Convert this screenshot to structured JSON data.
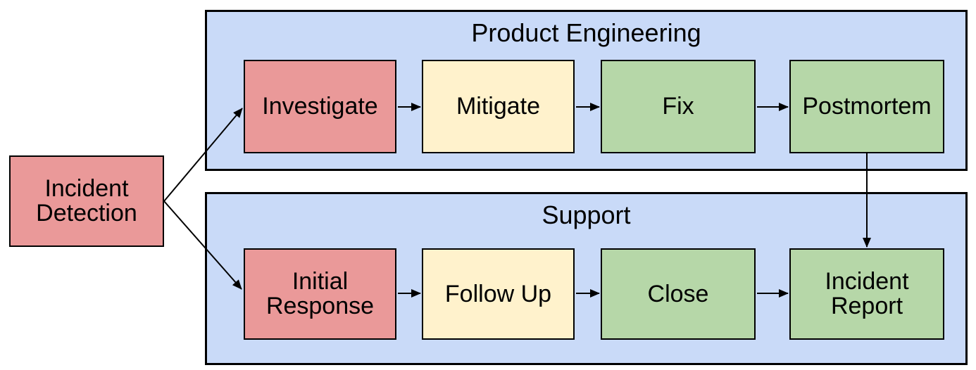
{
  "diagram": {
    "source": {
      "label": "Incident Detection"
    },
    "lanes": [
      {
        "title": "Product Engineering",
        "steps": [
          {
            "label": "Investigate",
            "color": "red"
          },
          {
            "label": "Mitigate",
            "color": "yellow"
          },
          {
            "label": "Fix",
            "color": "green"
          },
          {
            "label": "Postmortem",
            "color": "green"
          }
        ]
      },
      {
        "title": "Support",
        "steps": [
          {
            "label": "Initial Response",
            "color": "red"
          },
          {
            "label": "Follow Up",
            "color": "yellow"
          },
          {
            "label": "Close",
            "color": "green"
          },
          {
            "label": "Incident Report",
            "color": "green"
          }
        ]
      }
    ],
    "edges": [
      {
        "from": "Incident Detection",
        "to": "Investigate"
      },
      {
        "from": "Incident Detection",
        "to": "Initial Response"
      },
      {
        "from": "Investigate",
        "to": "Mitigate"
      },
      {
        "from": "Mitigate",
        "to": "Fix"
      },
      {
        "from": "Fix",
        "to": "Postmortem"
      },
      {
        "from": "Postmortem",
        "to": "Incident Report"
      },
      {
        "from": "Initial Response",
        "to": "Follow Up"
      },
      {
        "from": "Follow Up",
        "to": "Close"
      },
      {
        "from": "Close",
        "to": "Incident Report"
      }
    ],
    "colors": {
      "red": "#ea9999",
      "yellow": "#fff2cc",
      "green": "#b6d7a8",
      "lane": "#c9daf8",
      "border": "#000000",
      "arrow": "#000000",
      "background": "#ffffff"
    }
  }
}
